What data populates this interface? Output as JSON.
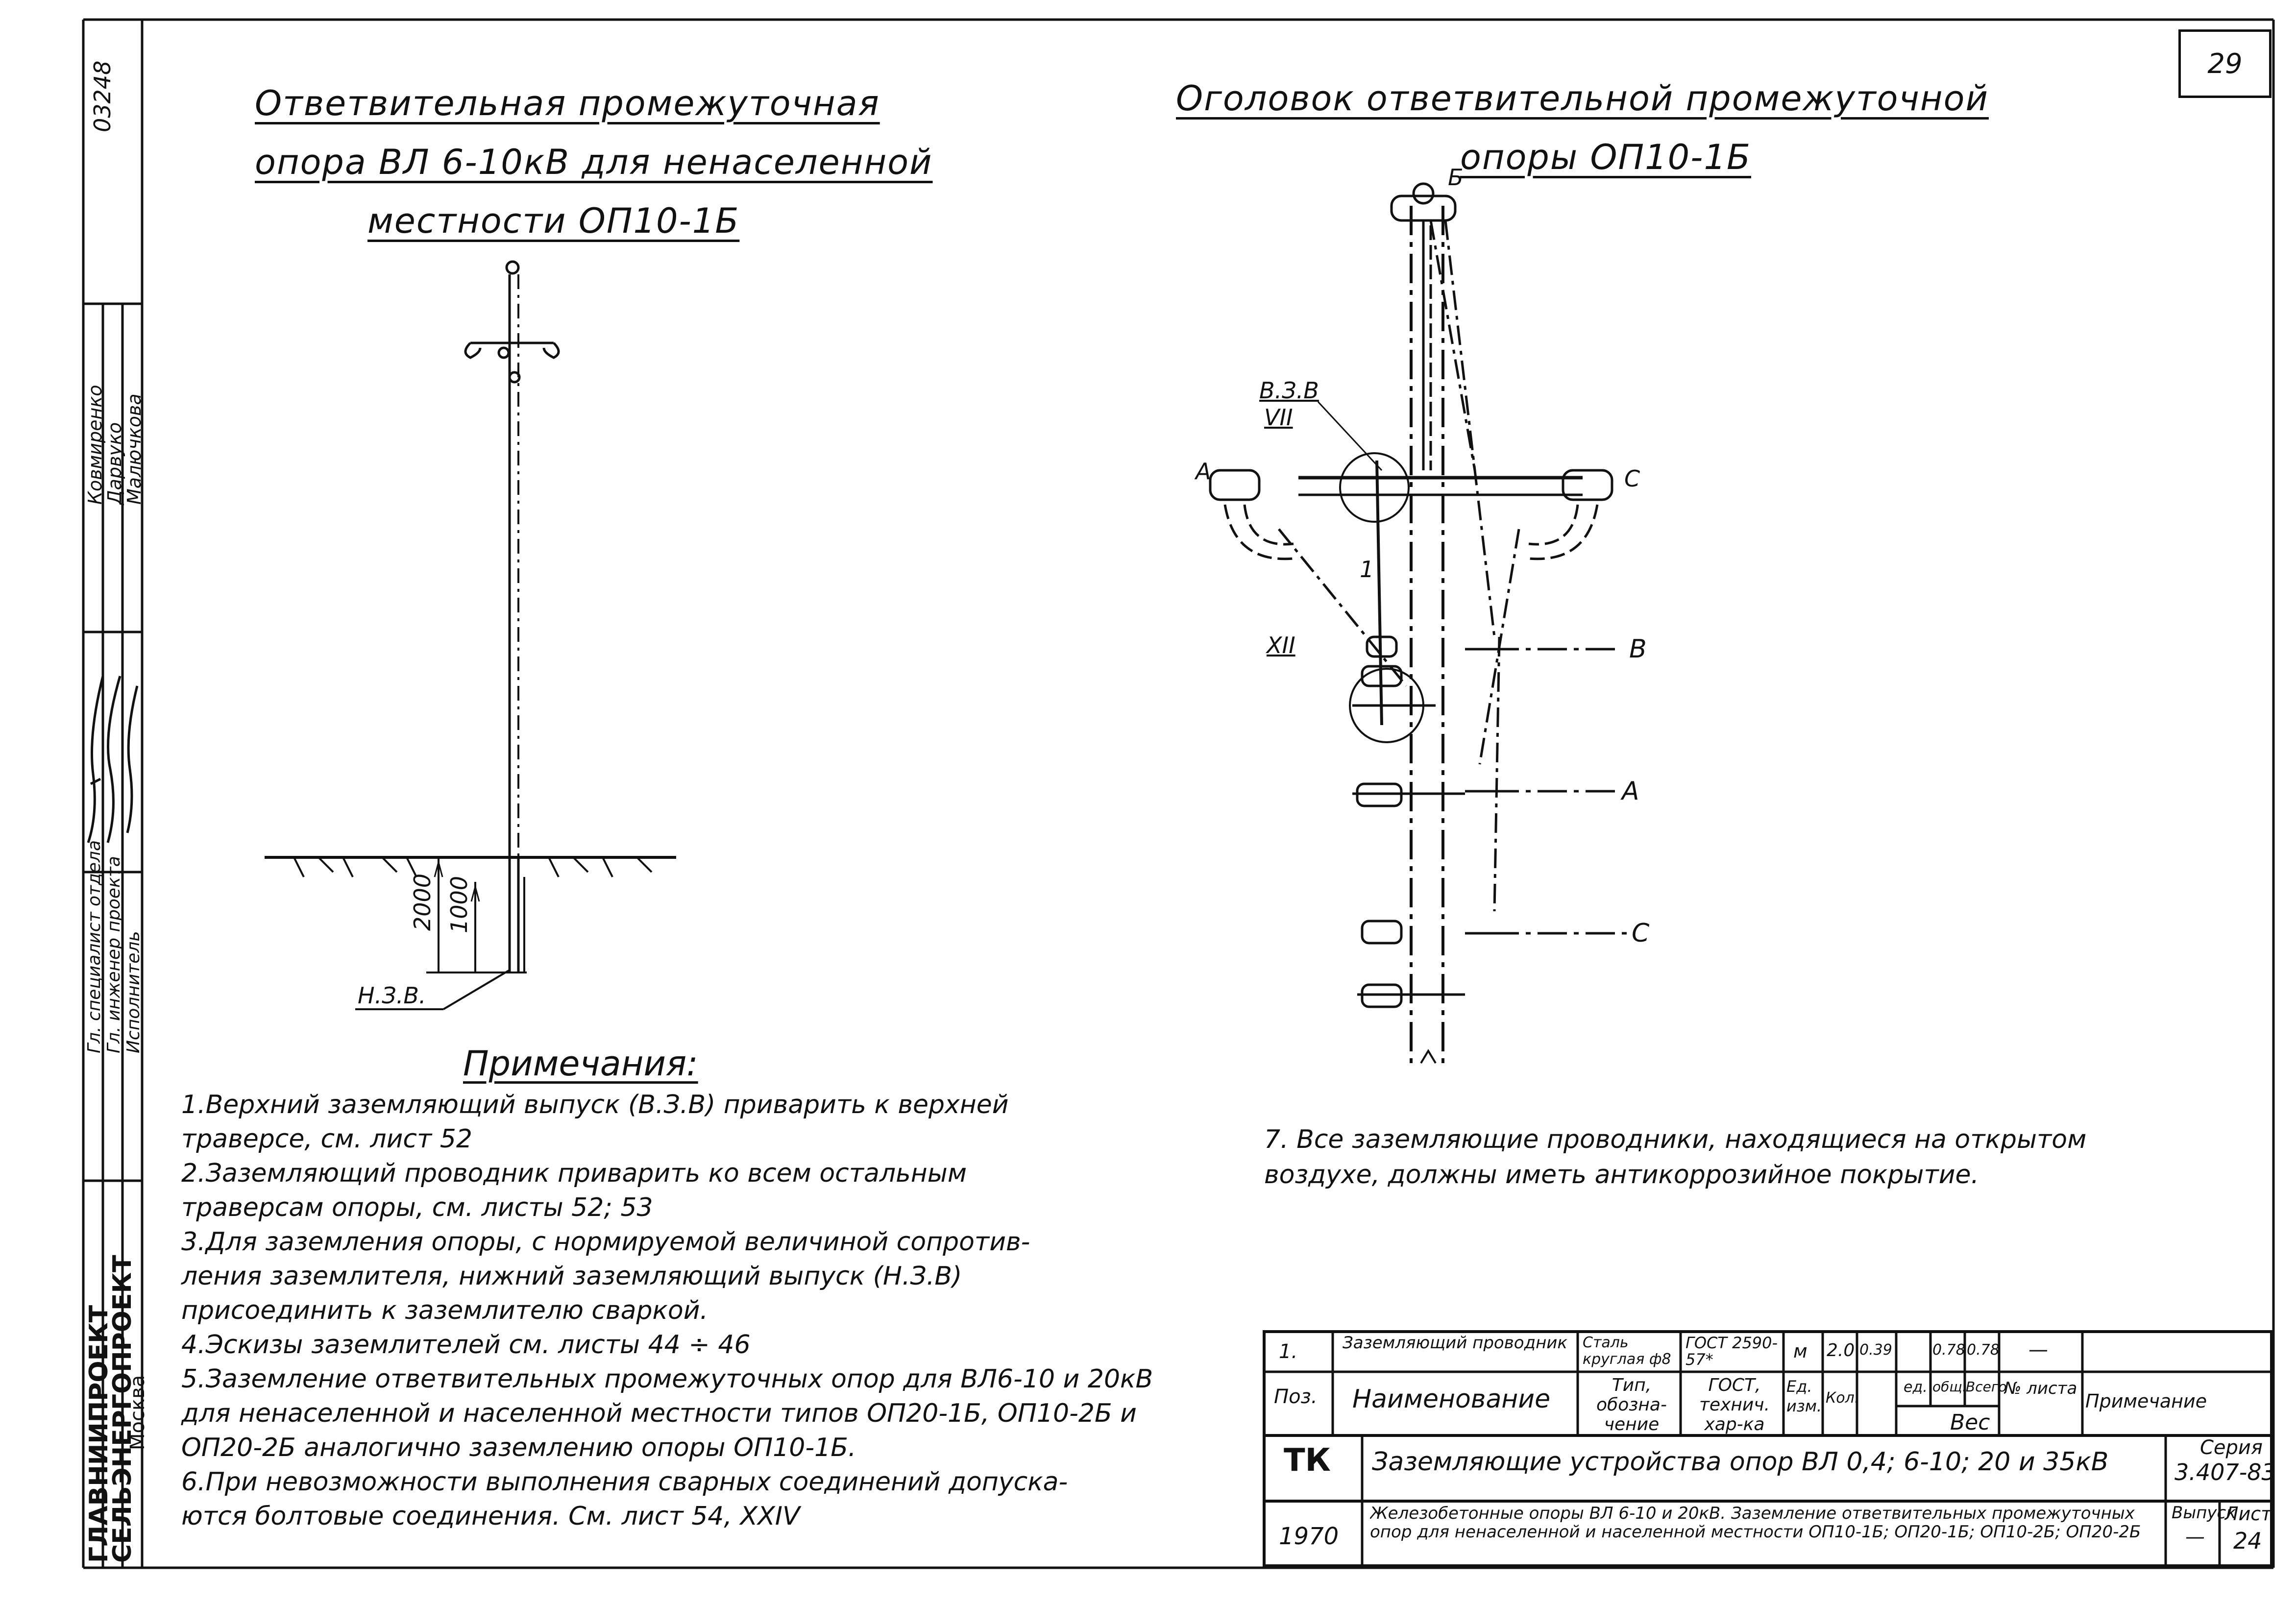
{
  "page_number": "29",
  "left_title_block": {
    "doc_number": "03248",
    "names": [
      "Ковмиренко",
      "Дарвуко",
      "Малючкова"
    ],
    "roles": [
      "Гл. специалист отдела",
      "Гл. инженер проекта",
      "Исполнитель"
    ],
    "org_line1": "ГЛАВНИИПРОЕКТ",
    "org_line2": "СЕЛЬЭНЕРГОПРОЕКТ",
    "org_city": "Москва"
  },
  "left_drawing": {
    "title_lines": [
      "Ответвительная промежуточная",
      "опора ВЛ 6-10кВ для ненаселенной",
      "местности ОП10-1Б"
    ],
    "dim_2000": "2000",
    "dim_1000": "1000",
    "label_nzv": "Н.З.В."
  },
  "right_drawing": {
    "title_lines": [
      "Оголовок ответвительной промежуточной",
      "опоры ОП10-1Б"
    ],
    "label_b_top": "Б",
    "label_vzv": "В.З.В",
    "label_vii": "VII",
    "label_a_left": "А",
    "label_c_right": "С",
    "label_one": "1",
    "label_xii": "XII",
    "wire_b": "В",
    "wire_a": "А",
    "wire_c": "С"
  },
  "notes": {
    "heading": "Примечания:",
    "lines": [
      "1.Верхний заземляющий выпуск (В.З.В) приварить к верхней",
      "траверсе, см. лист 52",
      "2.Заземляющий проводник приварить ко всем остальным",
      "траверсам опоры, см. листы 52; 53",
      "3.Для заземления опоры, с нормируемой величиной сопротив-",
      "ления заземлителя, нижний заземляющий выпуск (Н.З.В)",
      "присоединить к заземлителю сваркой.",
      "4.Эскизы заземлителей см. листы 44 ÷ 46",
      "5.Заземление ответвительных промежуточных опор для ВЛ6-10 и 20кВ",
      "для ненаселенной и населенной местности типов ОП20-1Б, ОП10-2Б и",
      "ОП20-2Б аналогично заземлению опоры ОП10-1Б.",
      "6.При невозможности выполнения сварных соединений допуска-",
      "ются болтовые соединения. См. лист 54, XXIV"
    ],
    "note7_lines": [
      "7. Все заземляющие проводники, находящиеся на открытом",
      "воздухе, должны иметь антикоррозийное покрытие."
    ]
  },
  "spec_table": {
    "row1": {
      "pos": "1.",
      "name": "Заземляющий проводник",
      "type": "Сталь круглая ф8",
      "gost": "ГОСТ 2590-57*",
      "unit": "м",
      "qty": "2.0",
      "w1": "0.39",
      "w2": "0.78",
      "w3": "0.78",
      "sheet": "—"
    },
    "header": {
      "pos": "Поз.",
      "name": "Наименование",
      "type": "Тип, обозна-чение",
      "gost": "ГОСТ, технич. хар-ка",
      "unit": "Ед. изм.",
      "qty": "Кол.",
      "w1": "ед.",
      "w2": "общ.",
      "w3": "Всего",
      "weight": "Вес",
      "sheet": "№ листа",
      "note": "Примечание"
    },
    "stamp": {
      "tk": "ТК",
      "title": "Заземляющие устройства опор ВЛ 0,4; 6-10; 20 и 35кВ",
      "series_label": "Серия",
      "series": "3.407-83",
      "year": "1970",
      "subtitle": "Железобетонные опоры ВЛ 6-10 и 20кВ. Заземление ответвительных промежуточных опор для ненаселенной и населенной местности ОП10-1Б; ОП20-1Б; ОП10-2Б; ОП20-2Б",
      "vypusk_label": "Выпуск",
      "vypusk": "—",
      "list_label": "Лист",
      "list": "24"
    }
  }
}
